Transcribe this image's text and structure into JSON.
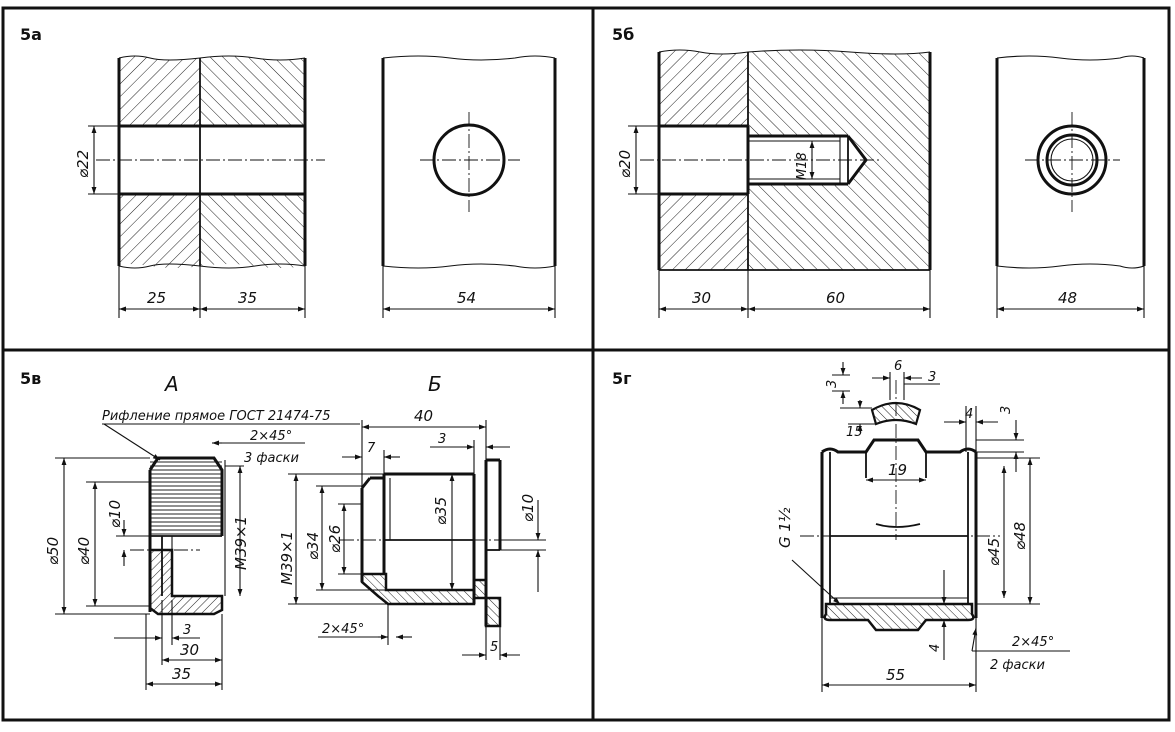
{
  "panels": {
    "a": {
      "label": "5а",
      "dims": {
        "hole_dia": "⌀22",
        "len1": "25",
        "len2": "35",
        "width": "54"
      }
    },
    "b": {
      "label": "5б",
      "dims": {
        "hole_dia": "⌀20",
        "thread": "M18",
        "len1": "30",
        "len2": "60",
        "width": "48"
      }
    },
    "v": {
      "label": "5в",
      "view_a": "А",
      "view_b": "Б",
      "knurl_note": "Рифление прямое ГОСТ 21474-75",
      "chamfer_note": "2×45°",
      "chamfer_count": "3 фаски",
      "dims_a": {
        "d50": "⌀50",
        "d40": "⌀40",
        "d10": "⌀10",
        "thread": "M39×1",
        "w3": "3",
        "w30": "30",
        "w35": "35"
      },
      "dims_b": {
        "w40": "40",
        "w7": "7",
        "w3": "3",
        "thread": "M39×1",
        "d34": "⌀34",
        "d26": "⌀26",
        "d35": "⌀35",
        "d10": "⌀10",
        "chamfer": "2×45°",
        "w5": "5"
      }
    },
    "g": {
      "label": "5г",
      "dims": {
        "t3a": "3",
        "t6": "6",
        "t3b": "3",
        "t15": "15",
        "t4": "4",
        "t3c": "3",
        "t19": "19",
        "thread": "G 1½",
        "d45": "⌀45",
        "d48": "⌀48",
        "b4": "4",
        "chamfer": "2×45°",
        "chamfer_count": "2 фаски",
        "w55": "55"
      }
    }
  }
}
